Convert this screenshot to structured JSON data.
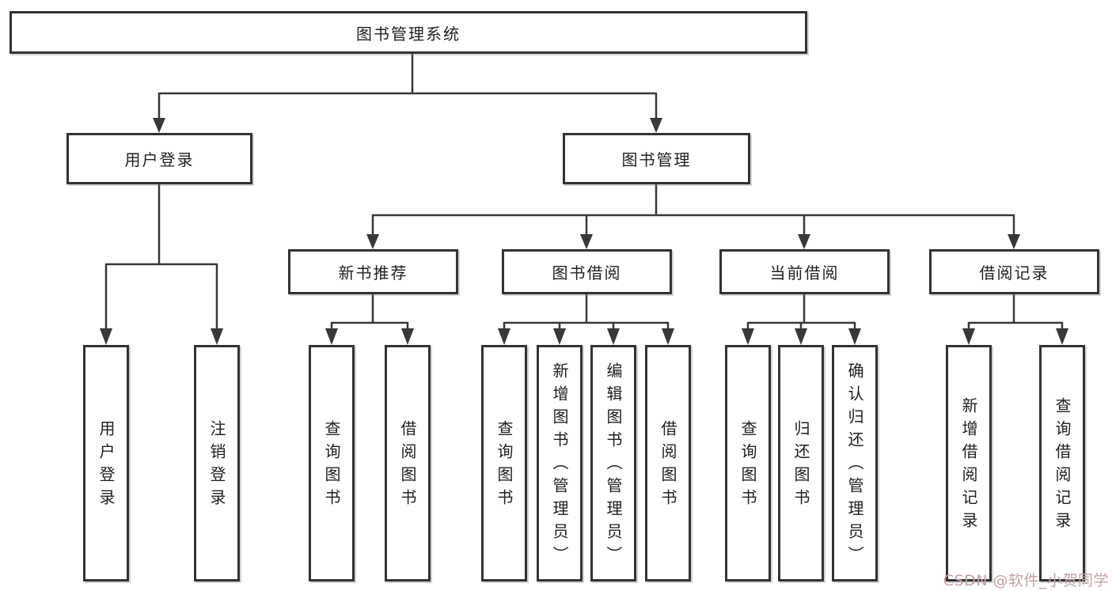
{
  "tree": {
    "root": {
      "label": "图书管理系统"
    },
    "branches": [
      {
        "label": "用户登录",
        "leaves": [
          "用户登录",
          "注销登录"
        ]
      },
      {
        "label": "图书管理",
        "groups": [
          {
            "label": "新书推荐",
            "leaves": [
              "查询图书",
              "借阅图书"
            ]
          },
          {
            "label": "图书借阅",
            "leaves": [
              "查询图书",
              "新增图书（管理员）",
              "编辑图书（管理员）",
              "借阅图书"
            ]
          },
          {
            "label": "当前借阅",
            "leaves": [
              "查询图书",
              "归还图书",
              "确认归还（管理员）"
            ]
          },
          {
            "label": "借阅记录",
            "leaves": [
              "新增借阅记录",
              "查询借阅记录"
            ]
          }
        ]
      }
    ]
  },
  "watermark": {
    "text": "CSDN @软件_小贺同学",
    "color": "#c2a2a2"
  },
  "colors": {
    "background": "#ffffff",
    "box_border": "#333333",
    "line": "#383838",
    "text": "#1f1f1f"
  }
}
